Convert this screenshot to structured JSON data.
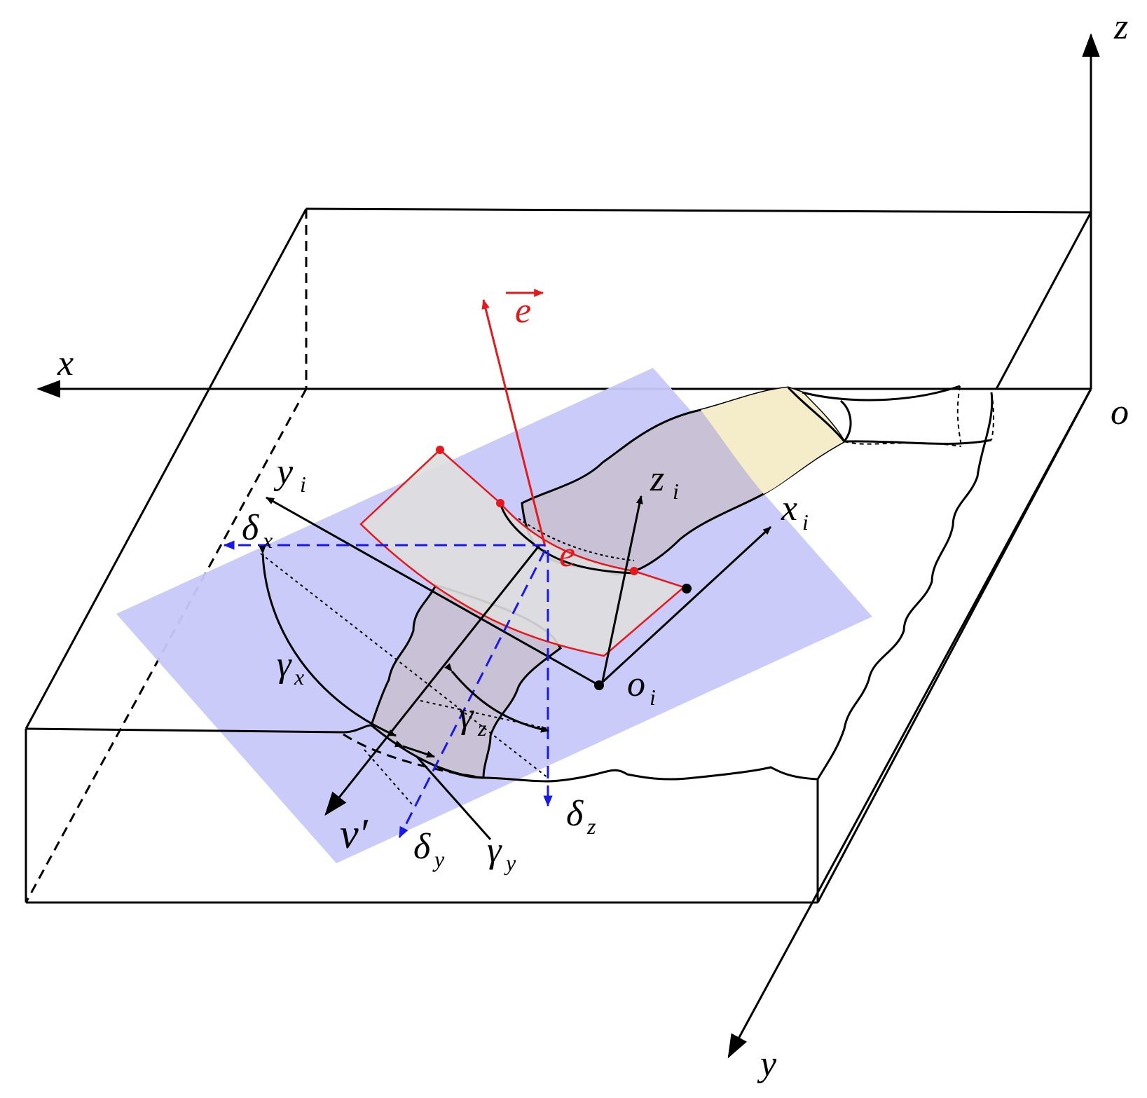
{
  "labels": {
    "axis_x": "x",
    "axis_y": "y",
    "axis_z": "z",
    "origin": "o",
    "vector_e": "e",
    "point_e": "e",
    "local_y": "y",
    "local_x": "x",
    "local_z": "z",
    "local_o": "o",
    "local_sub": "i",
    "delta": "δ",
    "delta_x_sub": "x",
    "delta_y_sub": "y",
    "delta_z_sub": "z",
    "gamma": "γ",
    "gamma_x_sub": "x",
    "gamma_y_sub": "y",
    "gamma_z_sub": "z",
    "v_prime": "v′"
  },
  "colors": {
    "stroke": "#000000",
    "plane_fill": "#c8c8fa",
    "tool_fill": "#c9c2d6",
    "tool_tip_fill": "#f5ecc9",
    "surface_fill": "#dedede",
    "vector_red": "#e31a1c",
    "dashed_blue": "#1a1ae6"
  }
}
